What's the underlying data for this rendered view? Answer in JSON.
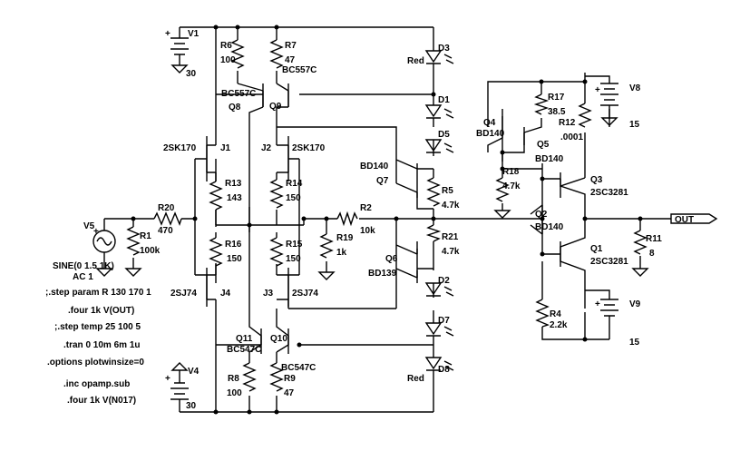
{
  "components": {
    "V1": {
      "name": "V1",
      "value": "30"
    },
    "V4": {
      "name": "V4",
      "value": "30"
    },
    "V5": {
      "name": "V5",
      "value": "SINE(0 1.5 1K)",
      "ac": "AC 1"
    },
    "V8": {
      "name": "V8",
      "value": "15"
    },
    "V9": {
      "name": "V9",
      "value": "15"
    },
    "R1": {
      "name": "R1",
      "value": "100k"
    },
    "R2": {
      "name": "R2",
      "value": "10k"
    },
    "R4": {
      "name": "R4",
      "value": "2.2k"
    },
    "R5": {
      "name": "R5",
      "value": "4.7k"
    },
    "R6": {
      "name": "R6",
      "value": "100"
    },
    "R7": {
      "name": "R7",
      "value": "47"
    },
    "R8": {
      "name": "R8",
      "value": "100"
    },
    "R9": {
      "name": "R9",
      "value": "47"
    },
    "R11": {
      "name": "R11",
      "value": "8"
    },
    "R12": {
      "name": "R12",
      "value": ".0001"
    },
    "R13": {
      "name": "R13",
      "value": "143"
    },
    "R14": {
      "name": "R14",
      "value": "150"
    },
    "R15": {
      "name": "R15",
      "value": "150"
    },
    "R16": {
      "name": "R16",
      "value": "150"
    },
    "R17": {
      "name": "R17",
      "value": "38.5"
    },
    "R18": {
      "name": "R18",
      "value": "4.7k"
    },
    "R19": {
      "name": "R19",
      "value": "1k"
    },
    "R20": {
      "name": "R20",
      "value": "470"
    },
    "R21": {
      "name": "R21",
      "value": "4.7k"
    },
    "Q1": {
      "name": "Q1",
      "value": "2SC3281"
    },
    "Q2": {
      "name": "Q2",
      "value": "BD140"
    },
    "Q3": {
      "name": "Q3",
      "value": "2SC3281"
    },
    "Q4": {
      "name": "Q4",
      "value": "BD140"
    },
    "Q5": {
      "name": "Q5",
      "value": "BD140"
    },
    "Q6": {
      "name": "Q6",
      "value": "BD139"
    },
    "Q7": {
      "name": "Q7",
      "value": "BD140"
    },
    "Q8": {
      "name": "Q8",
      "value": "BC557C"
    },
    "Q9": {
      "name": "Q9",
      "value": "BC557C"
    },
    "Q10": {
      "name": "Q10",
      "value": "BC547C"
    },
    "Q11": {
      "name": "Q11",
      "value": "BC547C"
    },
    "J1": {
      "name": "J1",
      "value": "2SK170"
    },
    "J2": {
      "name": "J2",
      "value": "2SK170"
    },
    "J3": {
      "name": "J3",
      "value": "2SJ74"
    },
    "J4": {
      "name": "J4",
      "value": "2SJ74"
    },
    "D1": {
      "name": "D1"
    },
    "D2": {
      "name": "D2"
    },
    "D3": {
      "name": "D3",
      "value": "Red"
    },
    "D5": {
      "name": "D5"
    },
    "D7": {
      "name": "D7"
    },
    "D8": {
      "name": "D8",
      "value": "Red"
    }
  },
  "net_label": "OUT",
  "directives": [
    ";.step param R 130 170 1",
    ".four 1k V(OUT)",
    ";.step temp 25 100 5",
    ".tran 0 10m 6m 1u",
    ".options plotwinsize=0",
    ".inc opamp.sub",
    ".four 1k V(N017)"
  ]
}
